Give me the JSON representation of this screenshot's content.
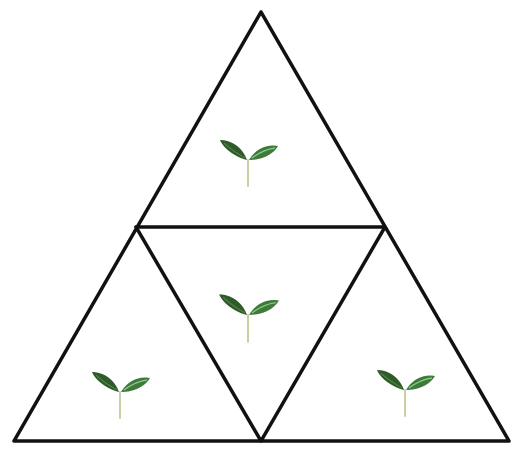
{
  "diagram": {
    "kind": "triangle-subdivided-into-four",
    "regions": [
      {
        "id": "top",
        "icon": "seedling-icon"
      },
      {
        "id": "middle-inverted",
        "icon": "seedling-icon"
      },
      {
        "id": "bottom-left",
        "icon": "seedling-icon"
      },
      {
        "id": "bottom-right",
        "icon": "seedling-icon"
      }
    ],
    "colors": {
      "line": "#111111",
      "leaf_dark": "#2f5a2a",
      "leaf_light": "#5aa05a",
      "stem": "#c9cfa0",
      "background": "#ffffff"
    }
  }
}
